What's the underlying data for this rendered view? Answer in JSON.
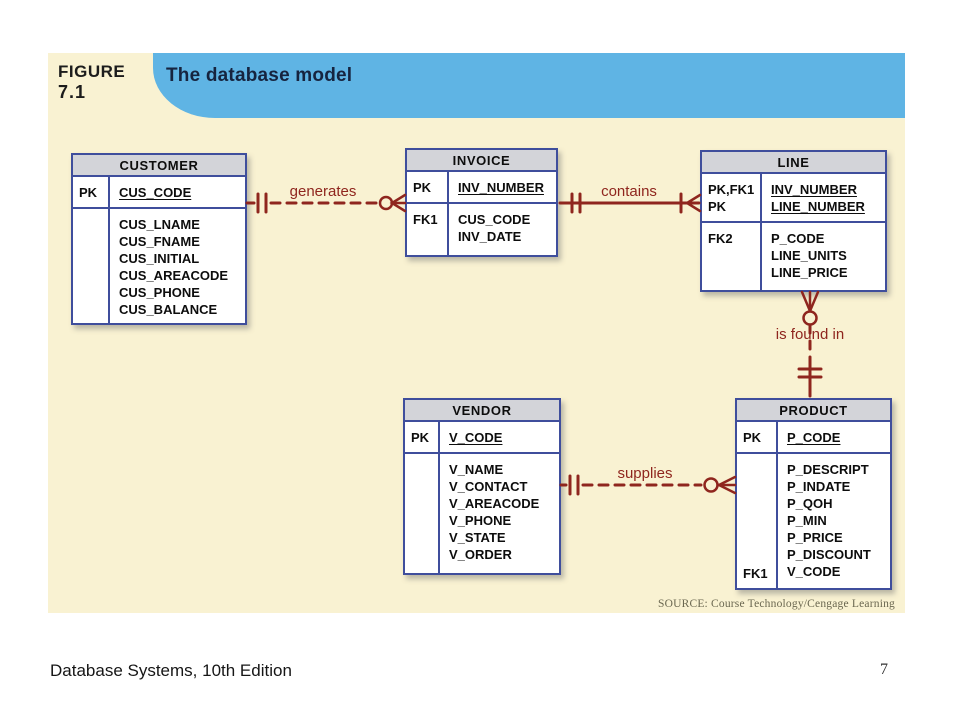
{
  "slide": {
    "figure_label": "FIGURE",
    "figure_number": "7.1",
    "title": "The database model",
    "source_credit": "SOURCE: Course Technology/Cengage Learning",
    "footer_text": "Database Systems, 10th Edition",
    "page_number": "7"
  },
  "colors": {
    "title_bar_blue": "#5fb4e4",
    "panel_cream": "#f9f2d2",
    "entity_border_navy": "#3f4e9c",
    "entity_header_gray": "#d3d4d9",
    "relationship_maroon": "#8f261e"
  },
  "diagram": {
    "entities": {
      "customer": {
        "name": "CUSTOMER",
        "pk_key": "PK",
        "pk_attr": "CUS_CODE",
        "attr_key": "",
        "attrs": [
          "CUS_LNAME",
          "CUS_FNAME",
          "CUS_INITIAL",
          "CUS_AREACODE",
          "CUS_PHONE",
          "CUS_BALANCE"
        ]
      },
      "invoice": {
        "name": "INVOICE",
        "pk_key": "PK",
        "pk_attr": "INV_NUMBER",
        "attr_key": "FK1",
        "attrs": [
          "CUS_CODE",
          "INV_DATE"
        ]
      },
      "line": {
        "name": "LINE",
        "pk_keys": [
          "PK,FK1",
          "PK"
        ],
        "pk_attrs": [
          "INV_NUMBER",
          "LINE_NUMBER"
        ],
        "attr_key": "FK2",
        "attrs": [
          "P_CODE",
          "LINE_UNITS",
          "LINE_PRICE"
        ]
      },
      "vendor": {
        "name": "VENDOR",
        "pk_key": "PK",
        "pk_attr": "V_CODE",
        "attr_key": "",
        "attrs": [
          "V_NAME",
          "V_CONTACT",
          "V_AREACODE",
          "V_PHONE",
          "V_STATE",
          "V_ORDER"
        ]
      },
      "product": {
        "name": "PRODUCT",
        "pk_key": "PK",
        "pk_attr": "P_CODE",
        "attr_key": "FK1",
        "attrs": [
          "P_DESCRIPT",
          "P_INDATE",
          "P_QOH",
          "P_MIN",
          "P_PRICE",
          "P_DISCOUNT",
          "V_CODE"
        ]
      }
    },
    "relationships": {
      "generates": {
        "label": "generates",
        "from": "CUSTOMER",
        "to": "INVOICE",
        "line": "dashed"
      },
      "contains": {
        "label": "contains",
        "from": "INVOICE",
        "to": "LINE",
        "line": "solid"
      },
      "is_found_in": {
        "label": "is found in",
        "from": "LINE",
        "to": "PRODUCT",
        "line": "dashed"
      },
      "supplies": {
        "label": "supplies",
        "from": "VENDOR",
        "to": "PRODUCT",
        "line": "dashed"
      }
    }
  }
}
